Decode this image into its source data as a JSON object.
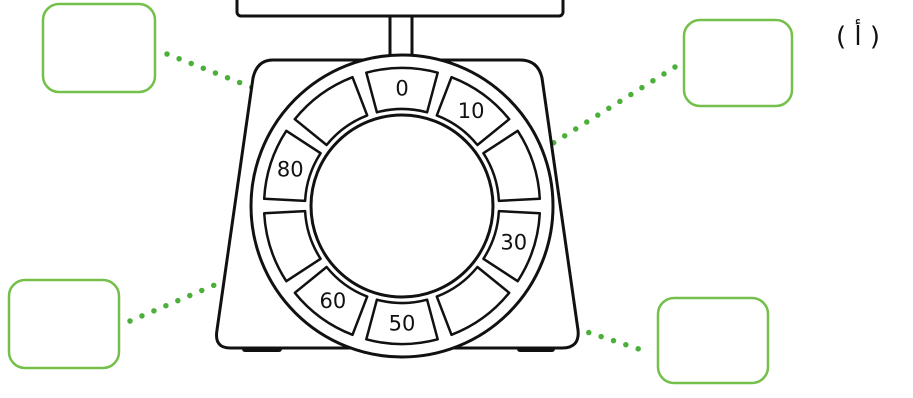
{
  "question": {
    "item_label": "( أ )"
  },
  "scale": {
    "dial_labels": [
      "0",
      "10",
      "",
      "30",
      "",
      "50",
      "60",
      "",
      "80",
      ""
    ],
    "blank_segments": 4
  },
  "answer_boxes": [
    {
      "id": "top-left",
      "value": ""
    },
    {
      "id": "top-right",
      "value": ""
    },
    {
      "id": "bottom-left",
      "value": ""
    },
    {
      "id": "bottom-right",
      "value": ""
    }
  ],
  "colors": {
    "box_border": "#74c04b",
    "connector_dots": "#4caf3a",
    "line_art": "#111111"
  }
}
